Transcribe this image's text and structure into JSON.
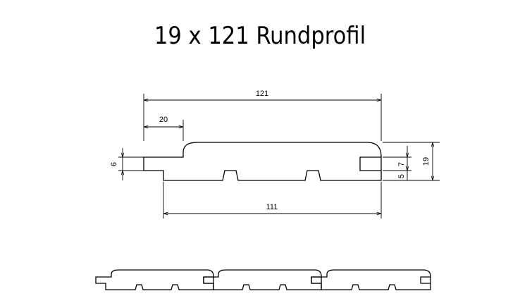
{
  "title": "19 x 121 Rundprofil",
  "dimensions": {
    "total_width": "121",
    "round_edge": "20",
    "tongue_height": "6",
    "cover_width": "111",
    "thickness": "19",
    "upper_part": "7",
    "lower_part": "5"
  }
}
